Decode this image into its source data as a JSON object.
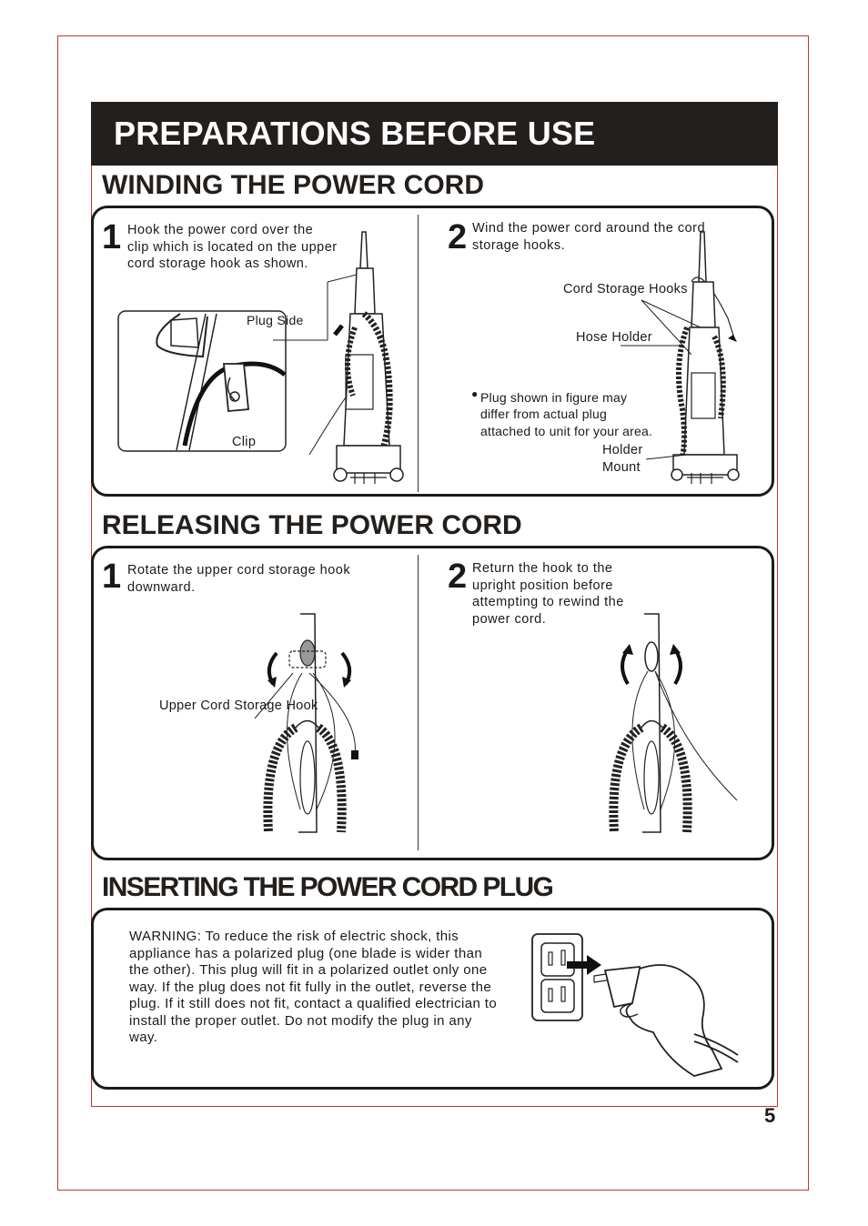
{
  "header": {
    "title": "PREPARATIONS BEFORE USE"
  },
  "winding": {
    "title": "WINDING THE POWER CORD",
    "step1": {
      "number": "1",
      "text": "Hook the  power cord over the clip which is located on the upper  cord storage hook as shown."
    },
    "step2": {
      "number": "2",
      "text": "Wind the power cord around the cord storage hooks."
    },
    "labels": {
      "plug_side": "Plug Side",
      "clip": "Clip",
      "cord_storage_hooks": "Cord  Storage Hooks",
      "hose_holder": "Hose Holder",
      "holder_mount": "Holder Mount"
    },
    "note": "Plug shown in figure may differ from actual plug attached to unit for your area."
  },
  "releasing": {
    "title": "RELEASING THE POWER CORD",
    "step1": {
      "number": "1",
      "text": "Rotate the upper cord  storage  hook downward."
    },
    "step2": {
      "number": "2",
      "text": "Return the hook to the upright position before attempting to rewind the power cord."
    },
    "labels": {
      "upper_cord_storage_hook": "Upper Cord Storage Hook"
    }
  },
  "inserting": {
    "title": "INSERTING THE POWER CORD PLUG",
    "warning": "WARNING: To reduce the risk of electric shock, this appliance has a polarized plug (one blade is wider than the other). This plug will fit in a polarized outlet only one way. If the plug does not fit fully in the outlet, reverse the plug. If it still does not fit, contact a qualified electrician to install the proper outlet. Do not modify the plug in any way."
  },
  "page_number": "5",
  "colors": {
    "header_bg": "#231f1c",
    "frame_line": "#c0392b"
  }
}
